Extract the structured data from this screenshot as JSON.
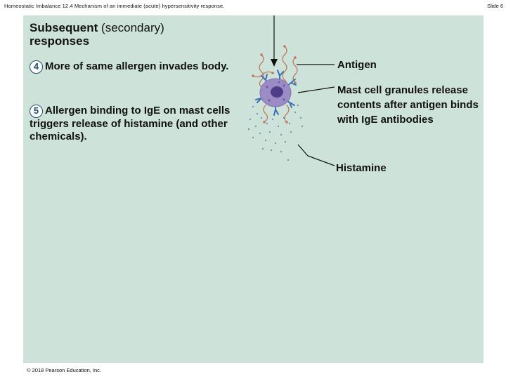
{
  "header": {
    "title": "Homeostatic Imbalance 12.4 Mechanism of an immediate (acute) hypersensitivity response.",
    "slide": "Slide 6"
  },
  "heading": {
    "main": "Subsequent",
    "paren": "(secondary)",
    "line2": "responses"
  },
  "steps": [
    {
      "number": "4",
      "text": "More of same allergen invades body."
    },
    {
      "number": "5",
      "text": "Allergen binding to IgE on mast cells triggers release of histamine (and other chemicals)."
    }
  ],
  "labels": {
    "antigen": "Antigen",
    "granules": "Mast cell granules release contents after antigen binds with IgE antibodies",
    "histamine": "Histamine"
  },
  "footer": {
    "copyright": "© 2018 Pearson Education, Inc."
  },
  "colors": {
    "panel": "#cde3da",
    "badge_outline": "#1a4f6e",
    "mast_cell": "#9b8cc6",
    "nucleus": "#4e3c86",
    "antibody": "#3b6fb5",
    "antigen_chain": "#c07a5a",
    "histamine_dots": "#4a7fa8"
  }
}
